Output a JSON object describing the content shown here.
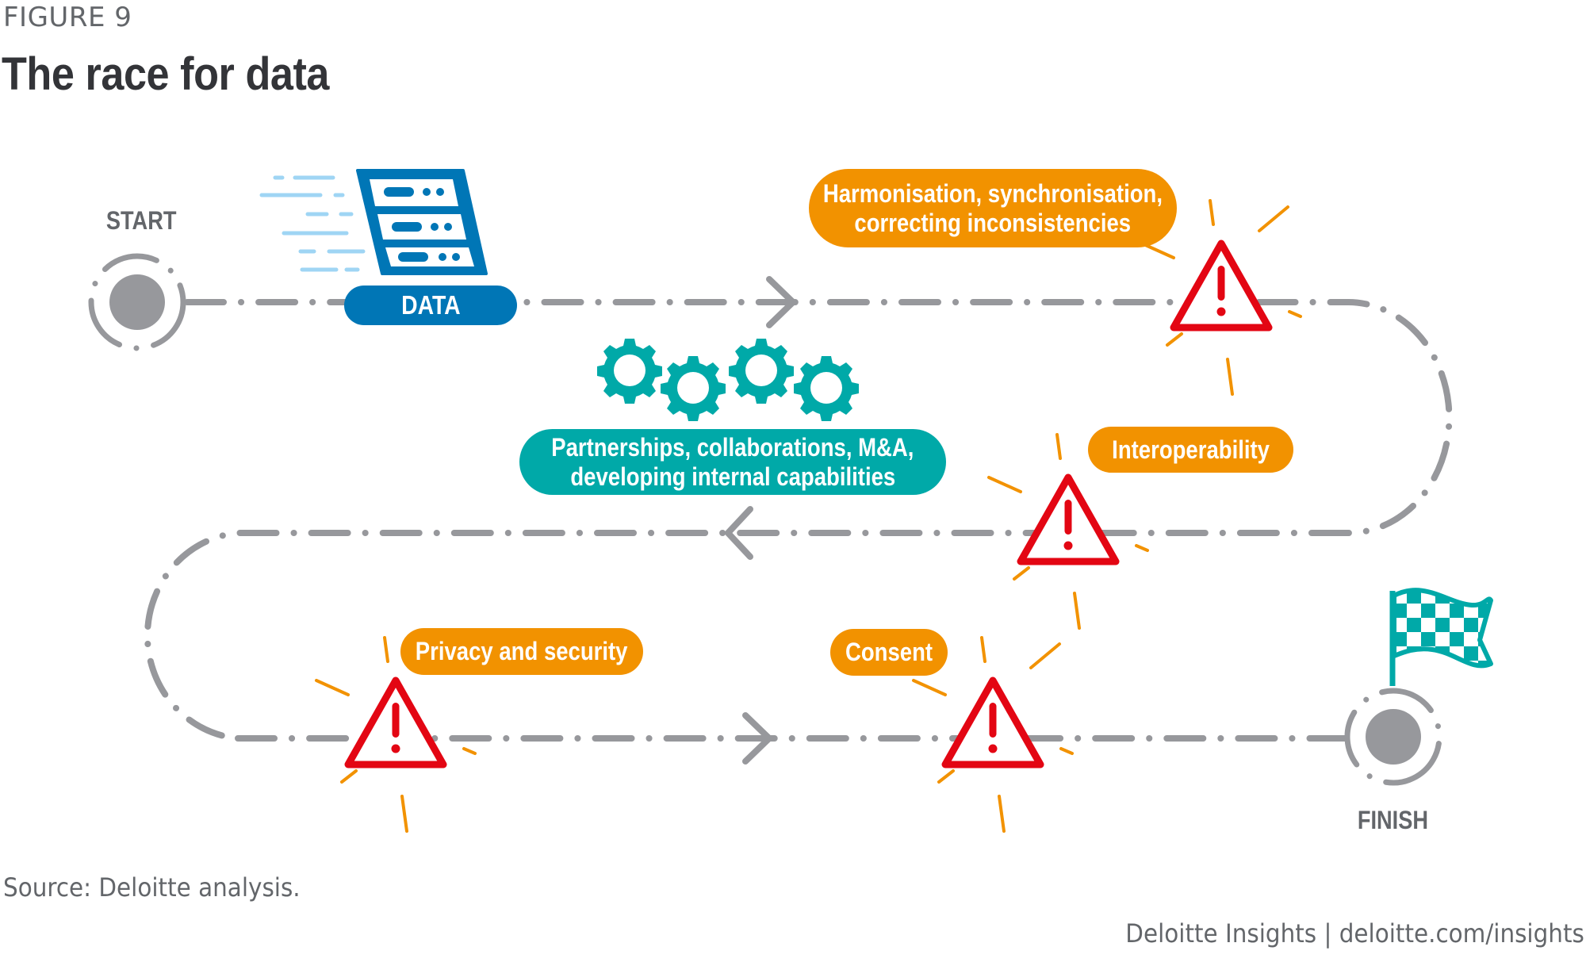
{
  "figure": {
    "label": "FIGURE 9",
    "title": "The race for data"
  },
  "nodes": {
    "start": "START",
    "finish": "FINISH"
  },
  "stages": {
    "data": "DATA",
    "partnerships": {
      "line1": "Partnerships, collaborations, M&A,",
      "line2": "developing internal capabilities"
    }
  },
  "hazards": [
    {
      "line1": "Harmonisation, synchronisation,",
      "line2": "correcting inconsistencies",
      "icon": "warning-triangle-icon"
    },
    {
      "line1": "Interoperability",
      "icon": "warning-triangle-icon"
    },
    {
      "line1": "Privacy and security",
      "icon": "warning-triangle-icon"
    },
    {
      "line1": "Consent",
      "icon": "warning-triangle-icon"
    }
  ],
  "icons": {
    "server": "server-rack-icon",
    "gears": "gears-icon",
    "flag": "checkered-flag-icon",
    "arrow": "chevron-arrow-icon"
  },
  "colors": {
    "orange": "#f29200",
    "teal": "#00a9a8",
    "blue": "#0076b6",
    "light_blue": "#9fd5f4",
    "track_gray": "#97989c",
    "warning_red": "#e30613",
    "text_gray": "#63666a",
    "title_dark": "#333438"
  },
  "footer": {
    "source": "Source: Deloitte analysis.",
    "credit": "Deloitte Insights | deloitte.com/insights"
  }
}
